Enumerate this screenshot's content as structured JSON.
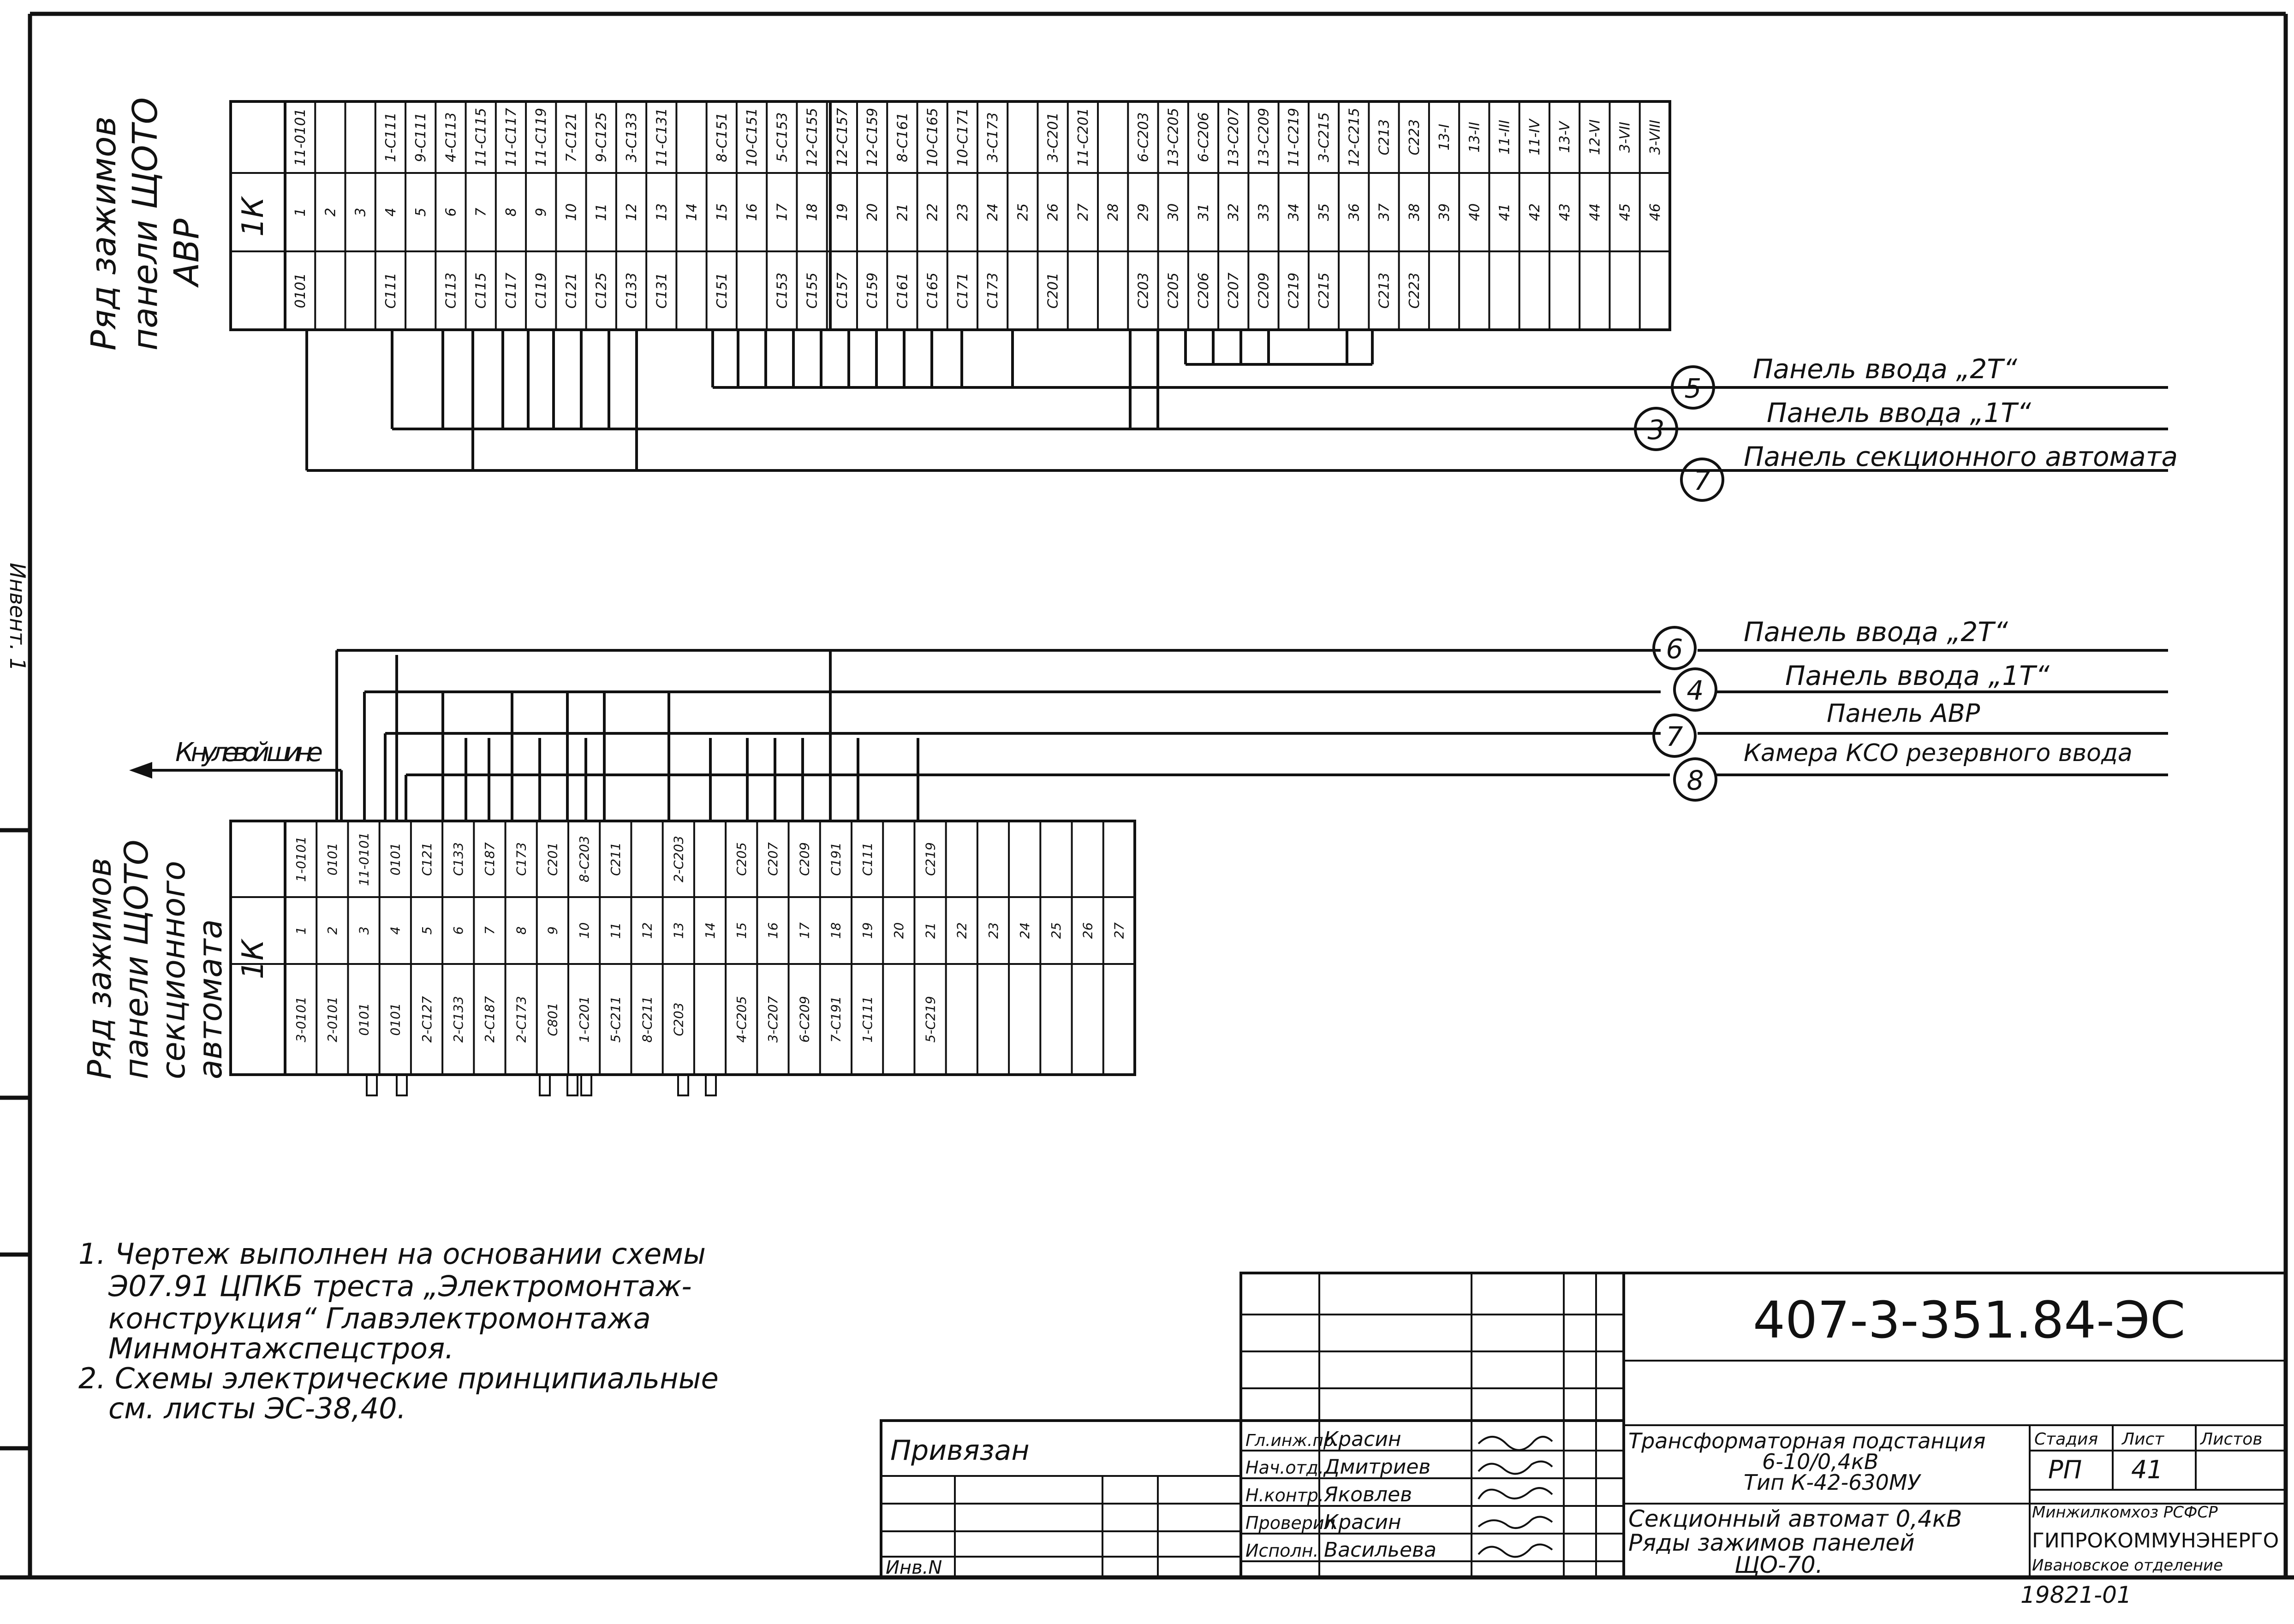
{
  "diagram": {
    "sheet_side_label": "Инвент. 1",
    "block_top": {
      "title_lines": [
        "Ряд зажимов",
        "панели ЩОТО",
        "АВР"
      ],
      "block_label": "1К",
      "top_codes": [
        "11-0101",
        "",
        "",
        "1-С111",
        "9-С111",
        "4-С113",
        "11-С115",
        "11-С117",
        "11-С119",
        "7-С121",
        "9-С125",
        "3-С133",
        "11-С131",
        "",
        "8-С151",
        "10-С151",
        "5-С153",
        "12-С155",
        "12-С157",
        "12-С159",
        "8-С161",
        "10-С165",
        "10-С171",
        "3-С173",
        "",
        "3-С201",
        "11-С201",
        "",
        "6-С203",
        "13-С205",
        "6-С206",
        "13-С207",
        "13-С209",
        "11-С219",
        "3-С215",
        "12-С215",
        "С213",
        "С223",
        "13-I",
        "13-II",
        "11-III",
        "11-IV",
        "13-V",
        "12-VI",
        "3-VII",
        "3-VIII"
      ],
      "numbers": [
        "1",
        "2",
        "3",
        "4",
        "5",
        "6",
        "7",
        "8",
        "9",
        "10",
        "11",
        "12",
        "13",
        "14",
        "15",
        "16",
        "17",
        "18",
        "19",
        "20",
        "21",
        "22",
        "23",
        "24",
        "25",
        "26",
        "27",
        "28",
        "29",
        "30",
        "31",
        "32",
        "33",
        "34",
        "35",
        "36",
        "37",
        "38",
        "39",
        "40",
        "41",
        "42",
        "43",
        "44",
        "45",
        "46"
      ],
      "bottom_codes": [
        "0101",
        "",
        "",
        "С111",
        "",
        "С113",
        "С115",
        "С117",
        "С119",
        "С121",
        "С125",
        "С133",
        "С131",
        "",
        "С151",
        "",
        "С153",
        "С155",
        "С157",
        "С159",
        "С161",
        "С165",
        "С171",
        "С173",
        "",
        "С201",
        "",
        "",
        "С203",
        "С205",
        "С206",
        "С207",
        "С209",
        "С219",
        "С215",
        "",
        "С213",
        "С223",
        "",
        "",
        "",
        "",
        "",
        "",
        "",
        ""
      ]
    },
    "block_bottom": {
      "title_lines": [
        "Ряд зажимов",
        "панели ЩОТО",
        "секционного",
        "автомата"
      ],
      "block_label": "1К",
      "top_codes": [
        "1-0101",
        "0101",
        "11-0101",
        "0101",
        "С121",
        "С133",
        "С187",
        "С173",
        "С201",
        "8-С203",
        "С211",
        "",
        "2-С203",
        "",
        "С205",
        "С207",
        "С209",
        "С191",
        "С111",
        "",
        "С219"
      ],
      "numbers": [
        "1",
        "2",
        "3",
        "4",
        "5",
        "6",
        "7",
        "8",
        "9",
        "10",
        "11",
        "12",
        "13",
        "14",
        "15",
        "16",
        "17",
        "18",
        "19",
        "20",
        "21",
        "22",
        "23",
        "24",
        "25",
        "26",
        "27"
      ],
      "bottom_codes": [
        "3-0101",
        "2-0101",
        "0101",
        "0101",
        "2-С127",
        "2-С133",
        "2-С187",
        "2-С173",
        "С801",
        "1-С201",
        "5-С211",
        "8-С211",
        "С203",
        "",
        "4-С205",
        "3-С207",
        "6-С209",
        "7-С191",
        "1-С111",
        "",
        "5-С219"
      ]
    },
    "k_bus_label": "К нулевой шине",
    "feeders_top": [
      {
        "num": "5",
        "text": "Панель ввода „2Т“"
      },
      {
        "num": "3",
        "text": "Панель ввода „1Т“"
      },
      {
        "num": "7",
        "text": "Панель секционного автомата"
      }
    ],
    "feeders_bottom": [
      {
        "num": "6",
        "text": "Панель ввода „2Т“"
      },
      {
        "num": "4",
        "text": "Панель ввода „1Т“"
      },
      {
        "num": "7",
        "text": "Панель АВР"
      },
      {
        "num": "8",
        "text": "Камера КСО резервного ввода"
      }
    ],
    "notes": [
      "1. Чертеж выполнен на основании схемы",
      "Э07.91 ЦПКБ треста „Электромонтаж-",
      "конструкция“ Главэлектромонтажа",
      "Минмонтажспецстроя.",
      "2. Схемы электрические принципиальные",
      "см. листы ЭС-38,40."
    ]
  },
  "title_block": {
    "doc_code": "407-3-351.84-ЭС",
    "privyazan": "Привязан",
    "inv": "Инв.N",
    "roles": [
      {
        "role": "Гл.инж.пр.",
        "name": "Красин"
      },
      {
        "role": "Нач.отд.",
        "name": "Дмитриев"
      },
      {
        "role": "Н.контр.",
        "name": "Яковлев"
      },
      {
        "role": "Проверил",
        "name": "Красин"
      },
      {
        "role": "Исполн.",
        "name": "Васильева"
      }
    ],
    "object_lines": [
      "Трансформаторная подстанция",
      "6-10/0,4кВ",
      "Тип К-42-630МУ"
    ],
    "sheet_title_lines": [
      "Секционный автомат 0,4кВ",
      "Ряды зажимов панелей",
      "ЩО-70."
    ],
    "stage_header": "Стадия",
    "sheet_header": "Лист",
    "sheets_header": "Листов",
    "stage": "РП",
    "sheet": "41",
    "org_lines": [
      "Минжилкомхоз РСФСР",
      "ГИПРОКОММУНЭНЕРГО",
      "Ивановское отделение"
    ],
    "bottom_number": "19821-01"
  }
}
